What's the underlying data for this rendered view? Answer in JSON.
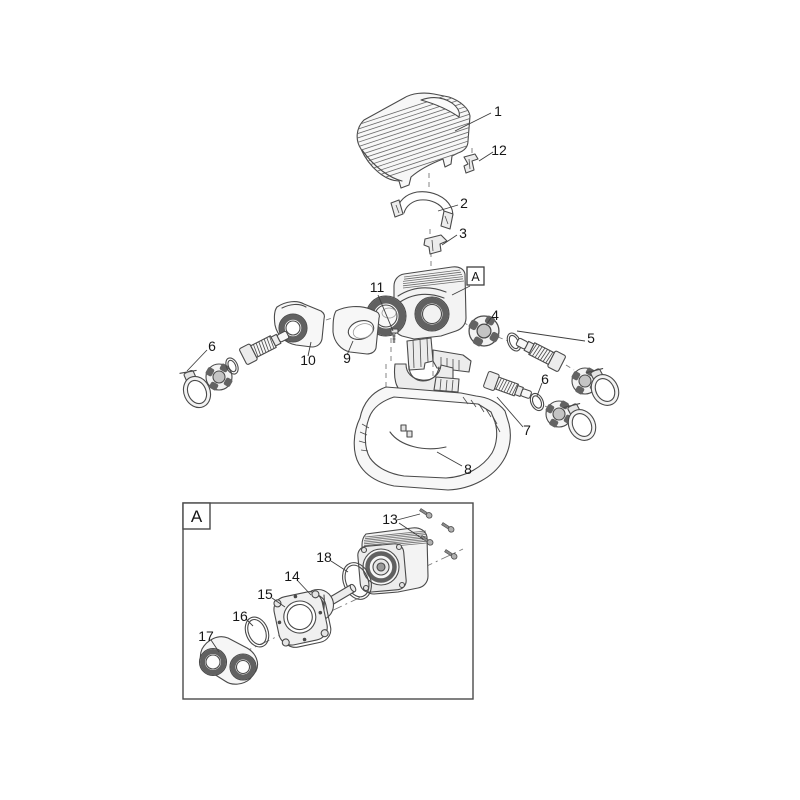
{
  "diagram": {
    "kind": "exploded-parts-diagram",
    "detail_label": "A",
    "callouts": {
      "c1": "1",
      "c2": "2",
      "c3": "3",
      "c4": "4",
      "c5": "5",
      "c6": "6",
      "c7": "7",
      "c8": "8",
      "c9": "9",
      "c10": "10",
      "c11": "11",
      "c12": "12",
      "c13": "13",
      "c14": "14",
      "c15": "15",
      "c16": "16",
      "c17": "17",
      "c18": "18"
    },
    "colors": {
      "line": "#4a4a4a",
      "label_text": "#161616",
      "dark_ring": "#616161",
      "shade_light": "#ececec",
      "background": "#ffffff"
    }
  }
}
